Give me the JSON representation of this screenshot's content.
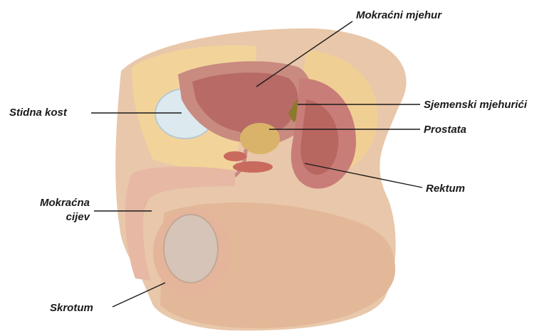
{
  "labels": {
    "bladder": "Mokraćni mjehur",
    "pubic_bone": "Stidna kost",
    "seminal_vesicles": "Sjemenski mjehurići",
    "prostate": "Prostata",
    "rectum": "Rektum",
    "urethra_line1": "Mokraćna",
    "urethra_line2": "cijev",
    "scrotum": "Skrotum"
  },
  "colors": {
    "skin": "#e9c7aa",
    "skin_shadow": "#d9ad8c",
    "tissue_yellow": "#f2d49a",
    "bladder_wall": "#c98a80",
    "bladder_inner": "#b76a66",
    "prostate": "#d9b36a",
    "seminal": "#8a7a2a",
    "bone": "#dce9ee",
    "rectum": "#c97d78",
    "leader_line": "#1a1a1a"
  }
}
